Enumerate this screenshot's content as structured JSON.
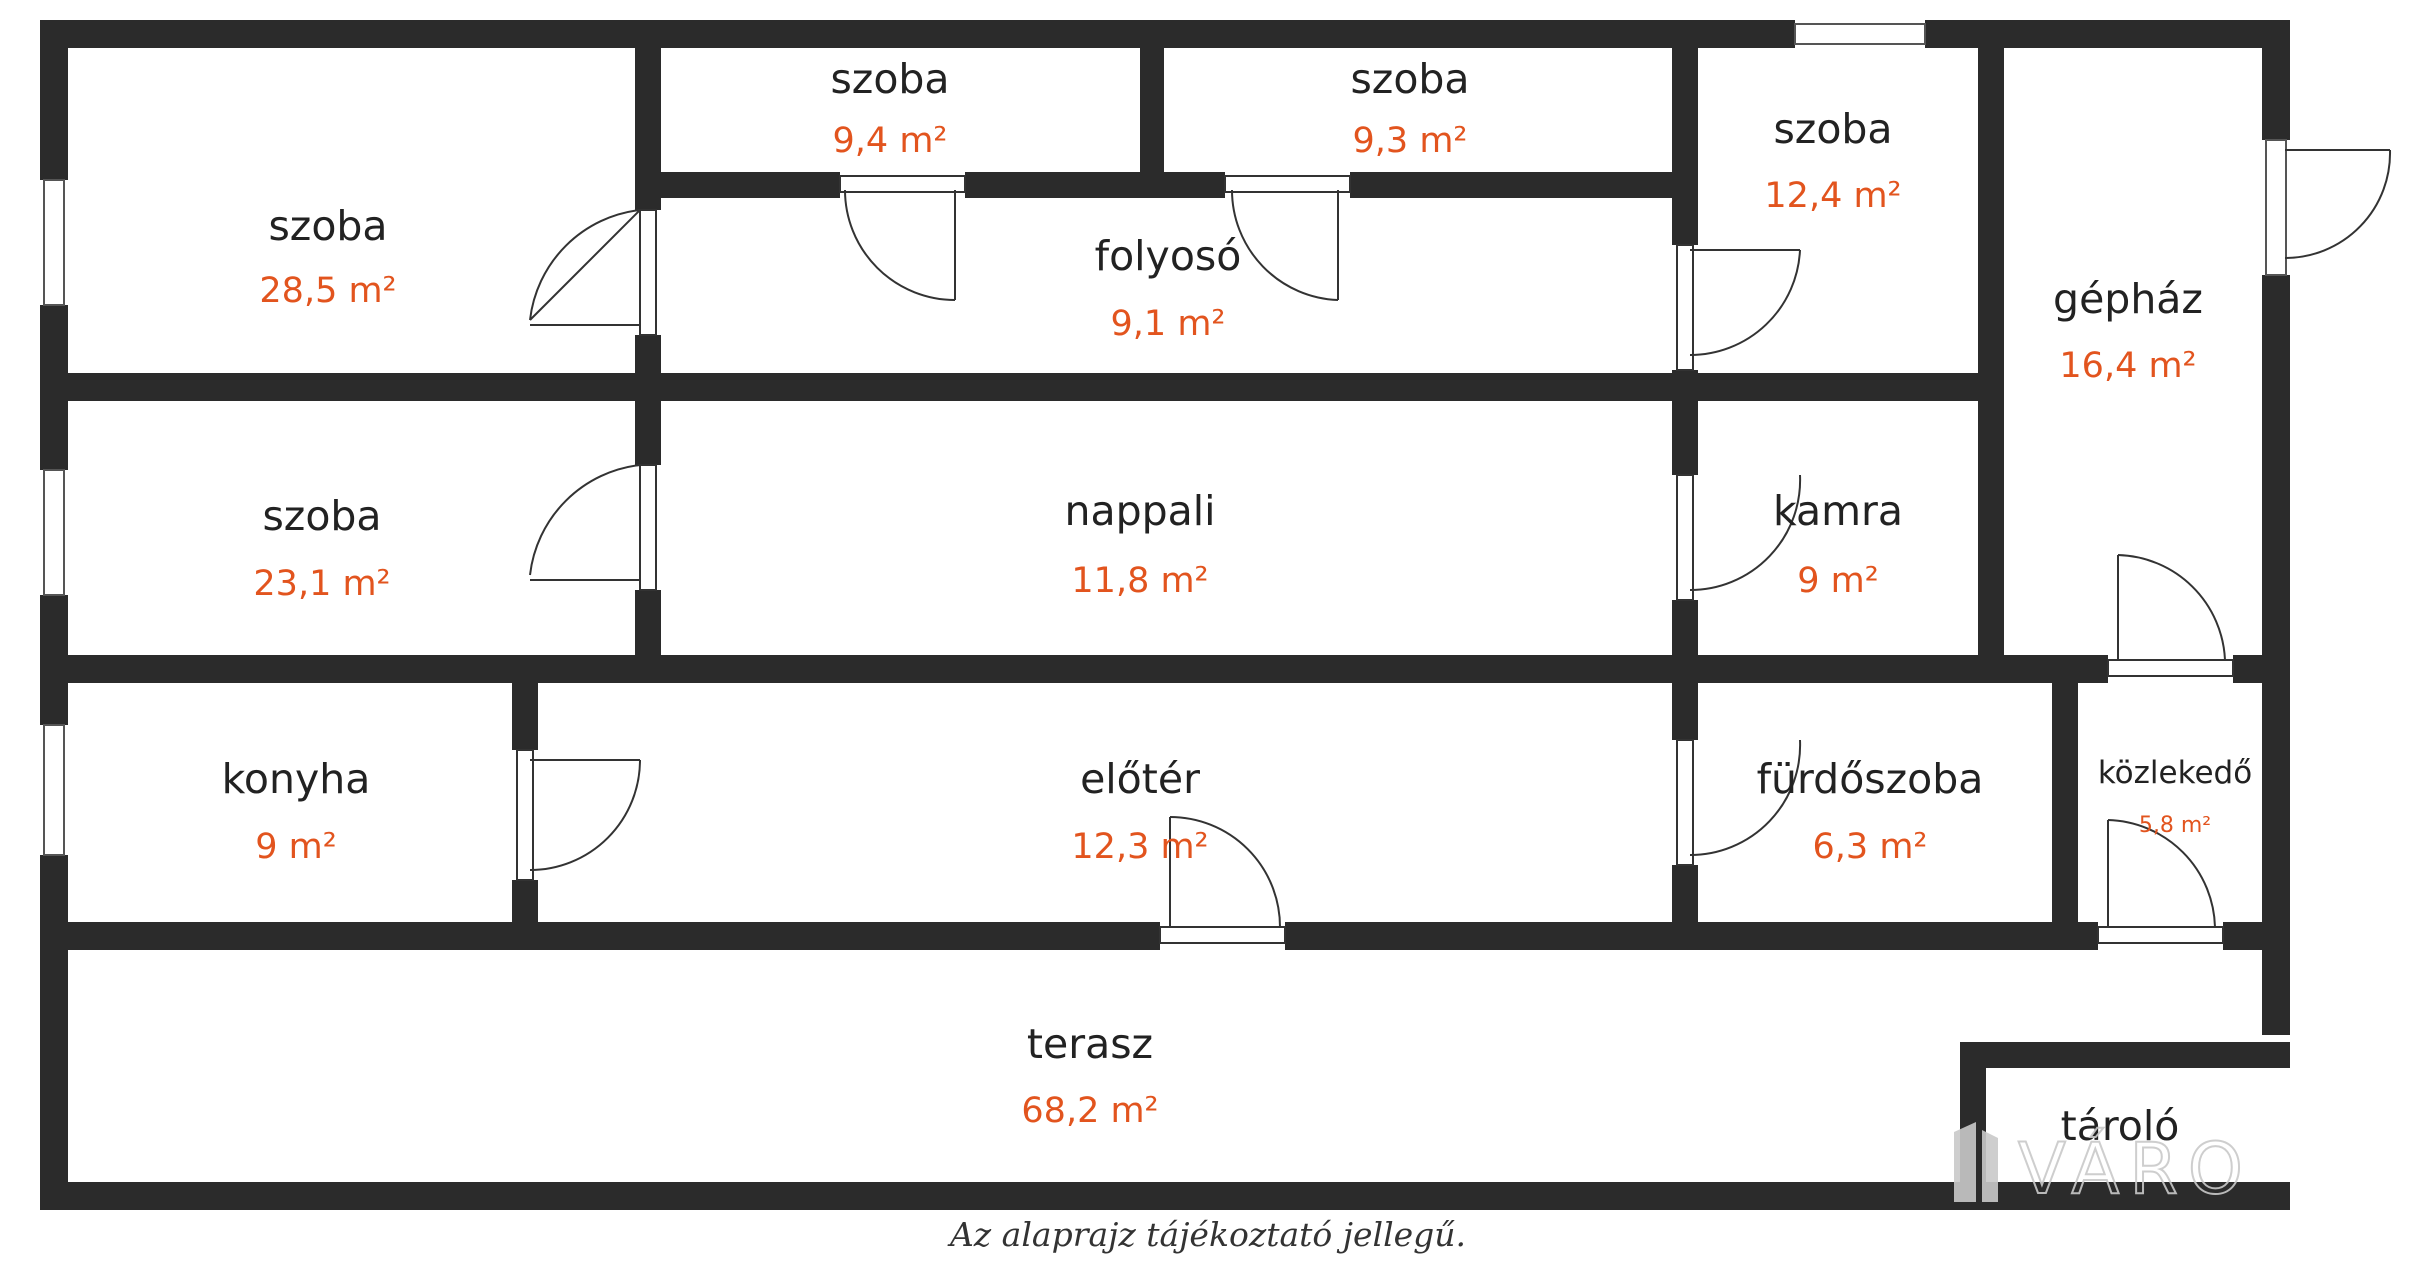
{
  "rooms": [
    {
      "id": "szoba-nw",
      "name": "szoba",
      "area": "28,5 m²"
    },
    {
      "id": "szoba-top1",
      "name": "szoba",
      "area": "9,4 m²"
    },
    {
      "id": "szoba-top2",
      "name": "szoba",
      "area": "9,3 m²"
    },
    {
      "id": "szoba-ne",
      "name": "szoba",
      "area": "12,4 m²"
    },
    {
      "id": "folyoso",
      "name": "folyosó",
      "area": "9,1 m²"
    },
    {
      "id": "gephaz",
      "name": "gépház",
      "area": "16,4 m²"
    },
    {
      "id": "szoba-w",
      "name": "szoba",
      "area": "23,1 m²"
    },
    {
      "id": "nappali",
      "name": "nappali",
      "area": "11,8 m²"
    },
    {
      "id": "kamra",
      "name": "kamra",
      "area": "9 m²"
    },
    {
      "id": "konyha",
      "name": "konyha",
      "area": "9 m²"
    },
    {
      "id": "eloter",
      "name": "előtér",
      "area": "12,3 m²"
    },
    {
      "id": "furdoszoba",
      "name": "fürdőszoba",
      "area": "6,3 m²"
    },
    {
      "id": "kozlekedo",
      "name": "közlekedő",
      "area": "5,8 m²"
    },
    {
      "id": "terasz",
      "name": "terasz",
      "area": "68,2 m²"
    },
    {
      "id": "tarolo",
      "name": "tároló",
      "area": ""
    }
  ],
  "caption": "Az alaprajz tájékoztató jellegű.",
  "watermark": "VÁRO",
  "colors": {
    "wall": "#2b2b2b",
    "area_text": "#e2541e",
    "label_text": "#222222",
    "background": "#ffffff"
  }
}
